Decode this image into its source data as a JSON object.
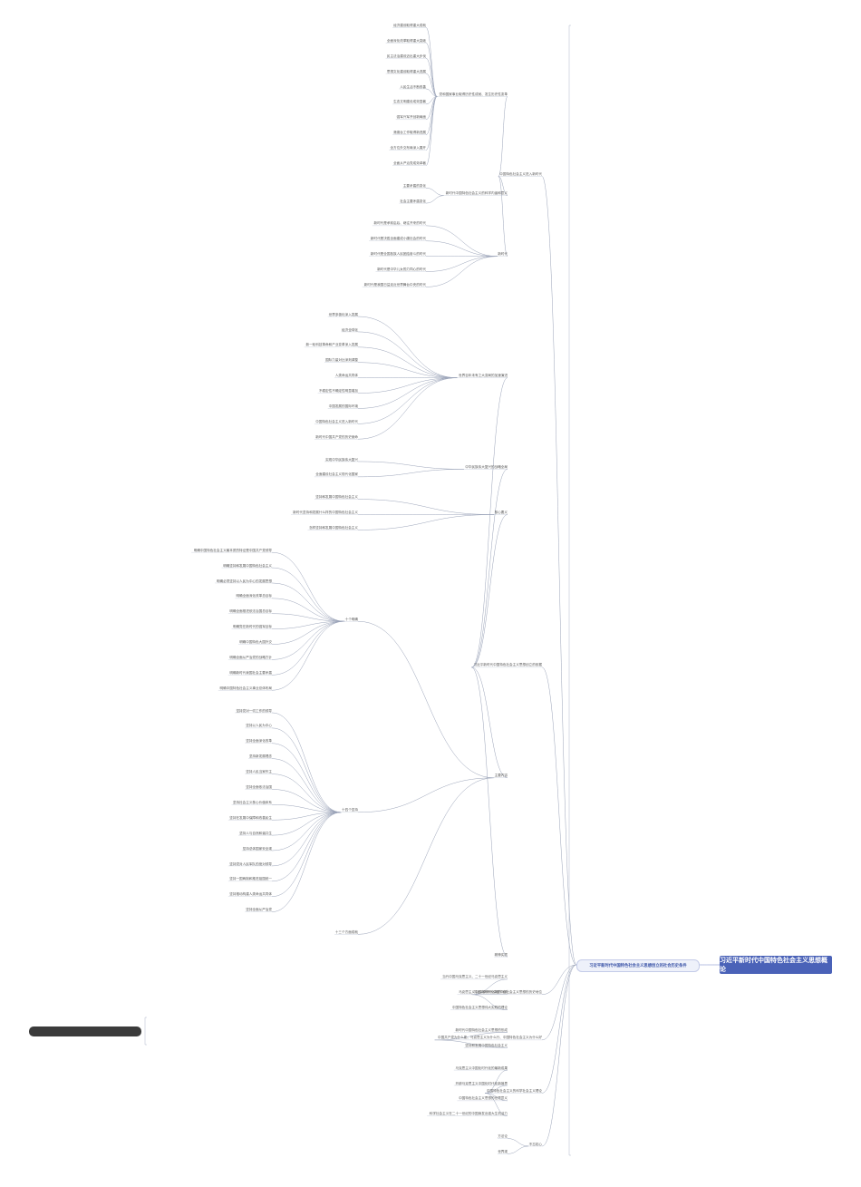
{
  "root": "习近平新时代中国特色社会主义思想概论",
  "level1": "习近平新时代中国特色社会主义思想创立的社会历史条件",
  "nodes": [
    {
      "id": "a1",
      "t": "中国特色社会主义进入新时代",
      "p": "l1"
    },
    {
      "id": "a2",
      "t": "习近平新时代中国特色社会主义思想创立的依据",
      "p": "l1"
    },
    {
      "id": "a3",
      "t": "习近平新时代中国特色社会主义思想的历史地位",
      "p": "l1"
    },
    {
      "id": "a4",
      "t": "中国共产党为什么能、马克思主义为什么行、中国特色社会主义为什么好",
      "p": "l1"
    },
    {
      "id": "a5",
      "t": "中国特色社会主义的科学社会主义理论",
      "p": "l1"
    },
    {
      "id": "a6",
      "t": "不忘初心",
      "p": "l1"
    },
    {
      "id": "b1",
      "t": "党和国家事业取得历史性成就、发生历史性变革",
      "p": "a1"
    },
    {
      "id": "b2",
      "t": "新时代中国特色社会主义的科学内涵和意义",
      "p": "a1"
    },
    {
      "id": "b3",
      "t": "新时代",
      "p": "a1"
    },
    {
      "id": "b4",
      "t": "世界百年未有之大变局的加速演进",
      "p": "a2"
    },
    {
      "id": "b5",
      "t": "中华民族伟大复兴的战略全局",
      "p": "a2"
    },
    {
      "id": "b6",
      "t": "核心要义",
      "p": "a2"
    },
    {
      "id": "b7",
      "t": "主要内容",
      "p": "a2"
    },
    {
      "id": "b8",
      "t": "精神实质",
      "p": "a2"
    },
    {
      "id": "b9",
      "t": "当代中国马克思主义、二十一世纪马克思主义",
      "p": "a3"
    },
    {
      "id": "b10",
      "t": "马克思主义中国化时代化新的飞跃",
      "p": "a3"
    },
    {
      "id": "b11",
      "t": "中国特色社会主义思想伟大实践的理论",
      "p": "a3"
    },
    {
      "id": "b12",
      "t": "新时代中国特色社会主义思想的形成",
      "p": "a4"
    },
    {
      "id": "b13",
      "t": "坚持和发展中国特色社会主义",
      "p": "a4"
    },
    {
      "id": "b14",
      "t": "马克思主义中国化时代化的最新成果",
      "p": "a5"
    },
    {
      "id": "b15",
      "t": "开辟马克思主义中国化时代化新境界",
      "p": "a5"
    },
    {
      "id": "b16",
      "t": "中国特色社会主义思想的世界意义",
      "p": "a5"
    },
    {
      "id": "b17",
      "t": "科学社会主义在二十一世纪的中国焕发出强大生机活力",
      "p": "a5"
    },
    {
      "id": "b18",
      "t": "方法论",
      "p": "a6"
    },
    {
      "id": "b19",
      "t": "世界观",
      "p": "a6"
    },
    {
      "id": "c1",
      "t": "经济建设取得重大成就",
      "p": "b1"
    },
    {
      "id": "c2",
      "t": "全面深化改革取得重大突破",
      "p": "b1"
    },
    {
      "id": "c3",
      "t": "民主法治建设迈出重大步伐",
      "p": "b1"
    },
    {
      "id": "c4",
      "t": "思想文化建设取得重大进展",
      "p": "b1"
    },
    {
      "id": "c5",
      "t": "人民生活不断改善",
      "p": "b1"
    },
    {
      "id": "c6",
      "t": "生态文明建设成效显著",
      "p": "b1"
    },
    {
      "id": "c7",
      "t": "强军兴军开创新局面",
      "p": "b1"
    },
    {
      "id": "c8",
      "t": "港澳台工作取得新进展",
      "p": "b1"
    },
    {
      "id": "c9",
      "t": "全方位外交布局深入展开",
      "p": "b1"
    },
    {
      "id": "c10",
      "t": "全面从严治党成效卓著",
      "p": "b1"
    },
    {
      "id": "c11",
      "t": "主要矛盾的变化",
      "p": "b2"
    },
    {
      "id": "c12",
      "t": "社会主要矛盾变化",
      "p": "b2"
    },
    {
      "id": "c13",
      "t": "新时代是承前启后、继往开来的时代",
      "p": "b3"
    },
    {
      "id": "c14",
      "t": "新时代是决胜全面建成小康社会的时代",
      "p": "b3"
    },
    {
      "id": "c15",
      "t": "新时代是全国各族人民团结奋斗的时代",
      "p": "b3"
    },
    {
      "id": "c16",
      "t": "新时代是中华儿女勠力同心的时代",
      "p": "b3"
    },
    {
      "id": "c17",
      "t": "新时代是我国日益走近世界舞台中央的时代",
      "p": "b3"
    },
    {
      "id": "d1",
      "t": "世界多极化深入发展",
      "p": "b4"
    },
    {
      "id": "d2",
      "t": "经济全球化",
      "p": "b4"
    },
    {
      "id": "d3",
      "t": "新一轮科技革命和产业变革深入发展",
      "p": "b4"
    },
    {
      "id": "d4",
      "t": "国际力量对比深刻调整",
      "p": "b4"
    },
    {
      "id": "d5",
      "t": "人类命运共同体",
      "p": "b4"
    },
    {
      "id": "d6",
      "t": "不稳定性不确定性明显增加",
      "p": "b4"
    },
    {
      "id": "d7",
      "t": "中国发展的国际环境",
      "p": "b4"
    },
    {
      "id": "d8",
      "t": "中国特色社会主义进入新时代",
      "p": "b4"
    },
    {
      "id": "d9",
      "t": "新时代中国共产党的历史使命",
      "p": "b4"
    },
    {
      "id": "d10",
      "t": "实现中华民族伟大复兴",
      "p": "b5"
    },
    {
      "id": "d11",
      "t": "全面建设社会主义现代化国家",
      "p": "b5"
    },
    {
      "id": "d12",
      "t": "坚持和发展中国特色社会主义",
      "p": "b6"
    },
    {
      "id": "d13",
      "t": "新时代坚持和发展什么样的中国特色社会主义",
      "p": "b6"
    },
    {
      "id": "d14",
      "t": "怎样坚持和发展中国特色社会主义",
      "p": "b6"
    },
    {
      "id": "d15",
      "t": "十个明确",
      "p": "b7"
    },
    {
      "id": "d16",
      "t": "十四个坚持",
      "p": "b7"
    },
    {
      "id": "d17",
      "t": "十三个方面成就",
      "p": "b7"
    },
    {
      "id": "e1",
      "t": "明确中国特色社会主义最本质的特征是中国共产党领导",
      "p": "d15"
    },
    {
      "id": "e2",
      "t": "明确坚持和发展中国特色社会主义",
      "p": "d15"
    },
    {
      "id": "e3",
      "t": "明确必须坚持以人民为中心的发展思想",
      "p": "d15"
    },
    {
      "id": "e4",
      "t": "明确全面深化改革总目标",
      "p": "d15"
    },
    {
      "id": "e5",
      "t": "明确全面推进依法治国总目标",
      "p": "d15"
    },
    {
      "id": "e6",
      "t": "明确党在新时代的强军目标",
      "p": "d15"
    },
    {
      "id": "e7",
      "t": "明确中国特色大国外交",
      "p": "d15"
    },
    {
      "id": "e8",
      "t": "明确全面从严治党的战略方针",
      "p": "d15"
    },
    {
      "id": "e9",
      "t": "明确新时代我国社会主要矛盾",
      "p": "d15"
    },
    {
      "id": "e10",
      "t": "明确中国特色社会主义事业总体布局",
      "p": "d15"
    },
    {
      "id": "e11",
      "t": "坚持党对一切工作的领导",
      "p": "d16"
    },
    {
      "id": "e12",
      "t": "坚持以人民为中心",
      "p": "d16"
    },
    {
      "id": "e13",
      "t": "坚持全面深化改革",
      "p": "d16"
    },
    {
      "id": "e14",
      "t": "坚持新发展理念",
      "p": "d16"
    },
    {
      "id": "e15",
      "t": "坚持人民当家作主",
      "p": "d16"
    },
    {
      "id": "e16",
      "t": "坚持全面依法治国",
      "p": "d16"
    },
    {
      "id": "e17",
      "t": "坚持社会主义核心价值体系",
      "p": "d16"
    },
    {
      "id": "e18",
      "t": "坚持在发展中保障和改善民生",
      "p": "d16"
    },
    {
      "id": "e19",
      "t": "坚持人与自然和谐共生",
      "p": "d16"
    },
    {
      "id": "e20",
      "t": "坚持总体国家安全观",
      "p": "d16"
    },
    {
      "id": "e21",
      "t": "坚持党对人民军队的绝对领导",
      "p": "d16"
    },
    {
      "id": "e22",
      "t": "坚持一国两制和推进祖国统一",
      "p": "d16"
    },
    {
      "id": "e23",
      "t": "坚持推动构建人类命运共同体",
      "p": "d16"
    },
    {
      "id": "e24",
      "t": "坚持全面从严治党",
      "p": "d16"
    }
  ]
}
